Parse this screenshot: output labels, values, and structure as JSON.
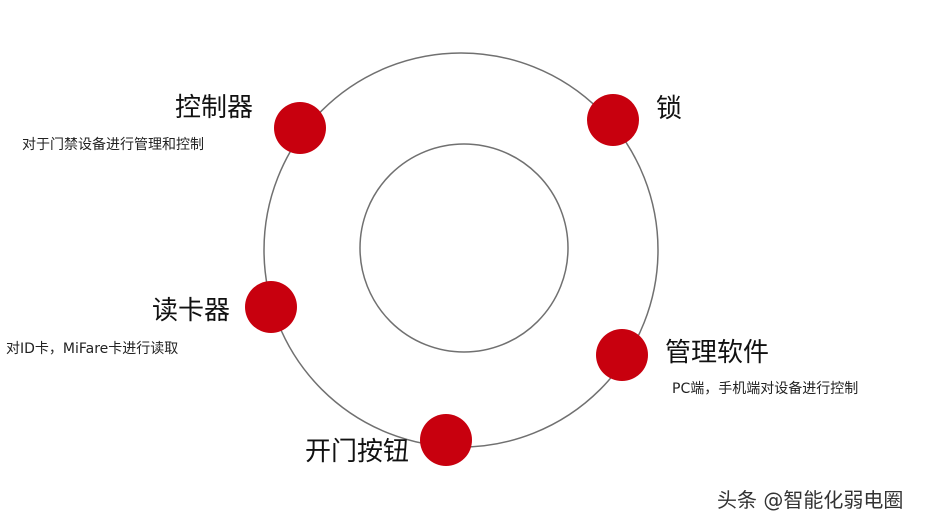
{
  "nodes": [
    {
      "title": "控制器",
      "description": "对于门禁设备进行管理和控制"
    },
    {
      "title": "锁"
    },
    {
      "title": "读卡器",
      "description": "对ID卡，MiFare卡进行读取"
    },
    {
      "title": "管理软件",
      "description": "PC端，手机端对设备进行控制"
    },
    {
      "title": "开门按钮"
    }
  ],
  "watermark": "头条 @智能化弱电圈",
  "colors": {
    "node_fill": "#c8000e",
    "ring_stroke": "#707070",
    "text": "#111111"
  }
}
